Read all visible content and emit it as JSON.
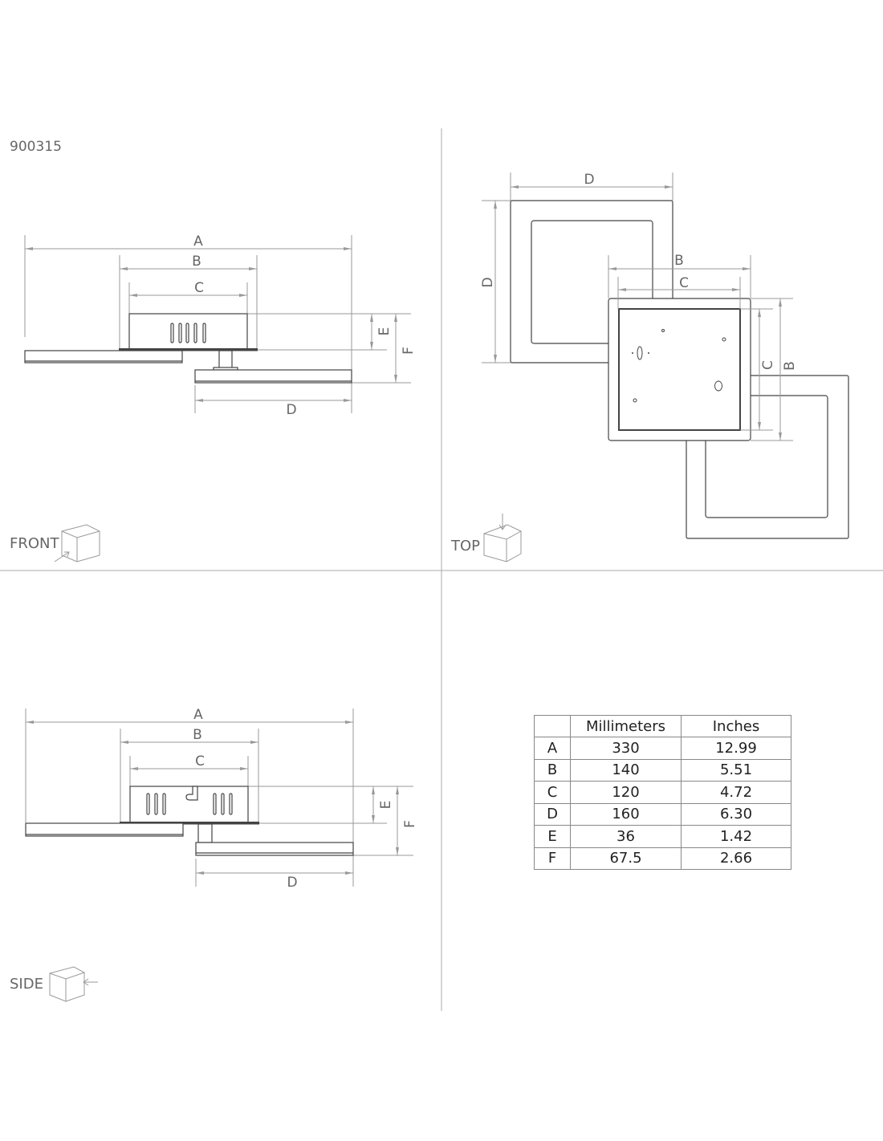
{
  "product_code": "900315",
  "views": {
    "front": "FRONT",
    "top": "TOP",
    "side": "SIDE"
  },
  "dimension_letters": {
    "a": "A",
    "b": "B",
    "c": "C",
    "d": "D",
    "e": "E",
    "f": "F"
  },
  "colors": {
    "line": "#444444",
    "dimension": "#999999",
    "text": "#666666"
  },
  "table": {
    "headers": [
      "",
      "Millimeters",
      "Inches"
    ],
    "rows": [
      {
        "dim": "A",
        "mm": "330",
        "in": "12.99"
      },
      {
        "dim": "B",
        "mm": "140",
        "in": "5.51"
      },
      {
        "dim": "C",
        "mm": "120",
        "in": "4.72"
      },
      {
        "dim": "D",
        "mm": "160",
        "in": "6.30"
      },
      {
        "dim": "E",
        "mm": "36",
        "in": "1.42"
      },
      {
        "dim": "F",
        "mm": "67.5",
        "in": "2.66"
      }
    ]
  }
}
